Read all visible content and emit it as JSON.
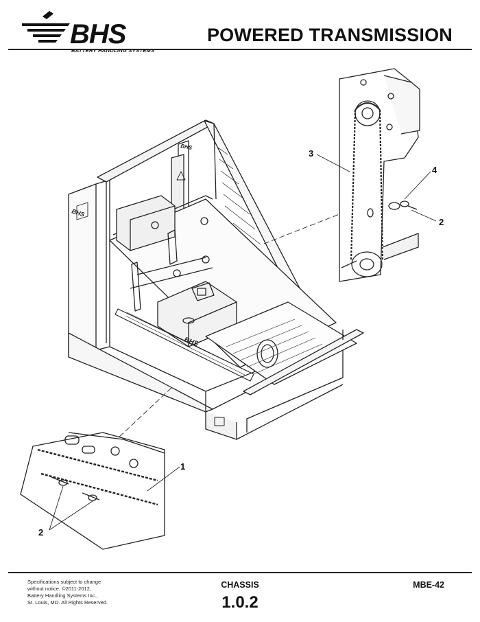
{
  "header": {
    "logo_text": "BHS",
    "logo_subtitle": "BATTERY HANDLING SYSTEMS",
    "title": "POWERED TRANSMISSION"
  },
  "drawing": {
    "callouts": [
      "3",
      "4",
      "2",
      "1",
      "2"
    ],
    "frame_label": "BHS"
  },
  "footer": {
    "disclaimer_lines": [
      "Specifications subject to change",
      "without notice. ©2011-2012,",
      "Battery Handling Systems Inc.,",
      "St. Louis, MO. All Rights Reserved."
    ],
    "section": "CHASSIS",
    "page_number": "1.0.2",
    "model": "MBE-42"
  }
}
